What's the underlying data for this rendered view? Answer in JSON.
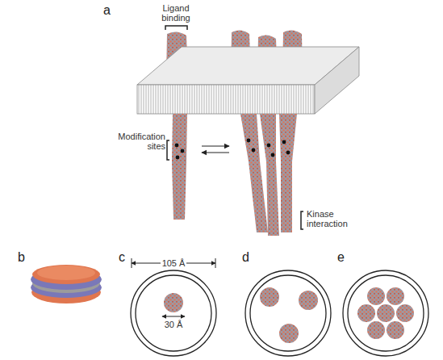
{
  "diagram": {
    "labels": [
      "a",
      "Ligand binding",
      "Modification sites",
      "Kinase interaction",
      "b",
      "c",
      "105 Å",
      "30 Å",
      "d",
      "e"
    ]
  }
}
